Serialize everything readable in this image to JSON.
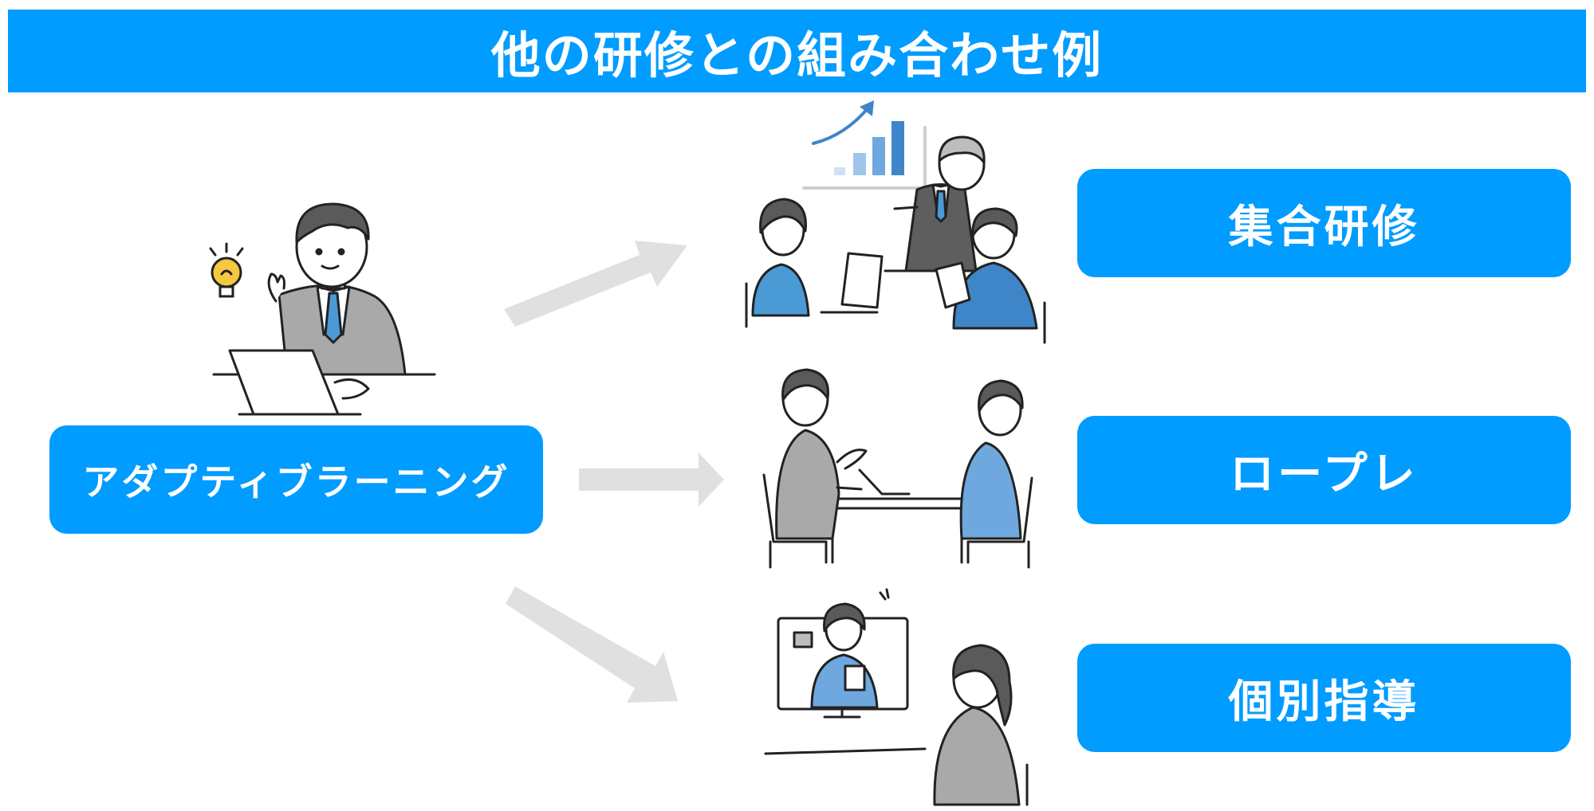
{
  "title": "他の研修との組み合わせ例",
  "source": {
    "label": "アダプティブラーニング"
  },
  "targets": [
    {
      "label": "集合研修"
    },
    {
      "label": "ロープレ"
    },
    {
      "label": "個別指導"
    }
  ],
  "colors": {
    "accent": "#009cff",
    "arrow": "#e0e0e0",
    "suit_gray": "#a9a9a9",
    "shirt_blue": "#4a9ad6",
    "hair": "#5a5a5a",
    "bulb": "#f5c842"
  }
}
